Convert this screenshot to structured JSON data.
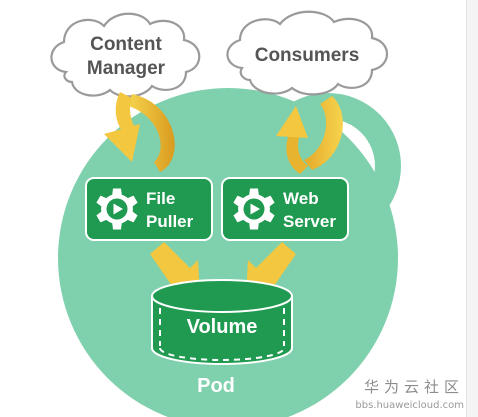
{
  "diagram": {
    "clouds": {
      "content_manager": {
        "line1": "Content",
        "line2": "Manager"
      },
      "consumers": {
        "label": "Consumers"
      }
    },
    "containers": {
      "file_puller": {
        "line1": "File",
        "line2": "Puller"
      },
      "web_server": {
        "line1": "Web",
        "line2": "Server"
      }
    },
    "volume": {
      "label": "Volume"
    },
    "pod": {
      "label": "Pod"
    }
  },
  "watermark": {
    "site_cn": "华为云社区",
    "url": "bbs.huaweicloud.com"
  },
  "colors": {
    "pod_fill": "#7fd0ad",
    "container_fill": "#1f9a50",
    "arrow_fill": "#f3c73f",
    "cloud_stroke": "#9a9a9a",
    "text_dark": "#555555"
  }
}
